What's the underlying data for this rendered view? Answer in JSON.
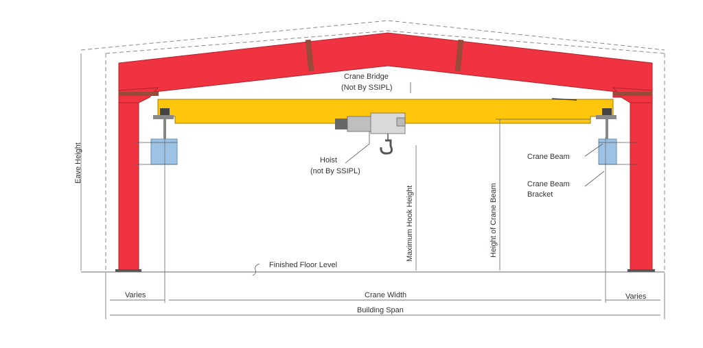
{
  "labels": {
    "crane_bridge_line1": "Crane Bridge",
    "crane_bridge_line2": "(Not By SSIPL)",
    "hoist_line1": "Hoist",
    "hoist_line2": "(not By SSIPL)",
    "crane_beam": "Crane Beam",
    "crane_beam_bracket_line1": "Crane Beam",
    "crane_beam_bracket_line2": "Bracket",
    "eave_height": "Eave Height",
    "maximum_hook_height": "Maximum Hook Height",
    "height_of_crane_beam": "Height of Crane Beam",
    "finished_floor_level": "Finished Floor Level",
    "varies_left": "Varies",
    "varies_right": "Varies",
    "crane_width": "Crane Width",
    "building_span": "Building Span"
  },
  "colors": {
    "frame": "#ef3340",
    "frame_stroke": "#b3202b",
    "bridge": "#ffc60b",
    "bridge_stroke": "#a07b00",
    "crane_beam_fill": "#9cc3e6",
    "hoist_fill": "#d9d9d9",
    "haunch_plate": "#9a4a3a",
    "dimension_line": "#777777"
  }
}
